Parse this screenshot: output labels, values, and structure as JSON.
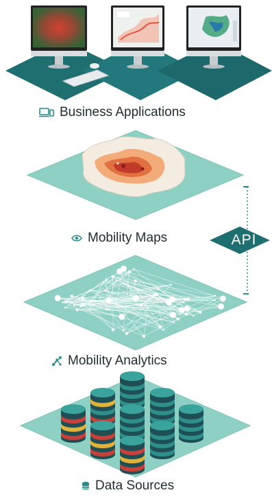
{
  "layers": [
    {
      "label": "Business Applications",
      "icon": "laptop-icon"
    },
    {
      "label": "Mobility Maps",
      "icon": "eye-icon"
    },
    {
      "label": "Mobility Analytics",
      "icon": "network-icon"
    },
    {
      "label": "Data Sources",
      "icon": "database-icon"
    }
  ],
  "api": {
    "label": "API"
  },
  "colors": {
    "platform_dark": "#1f6f70",
    "platform_mid": "#2a8c8b",
    "platform_light": "#8fd0c5",
    "platform_light_edge": "#6ab8ac",
    "accent": "#2a8c8b",
    "text": "#1e2b31"
  }
}
